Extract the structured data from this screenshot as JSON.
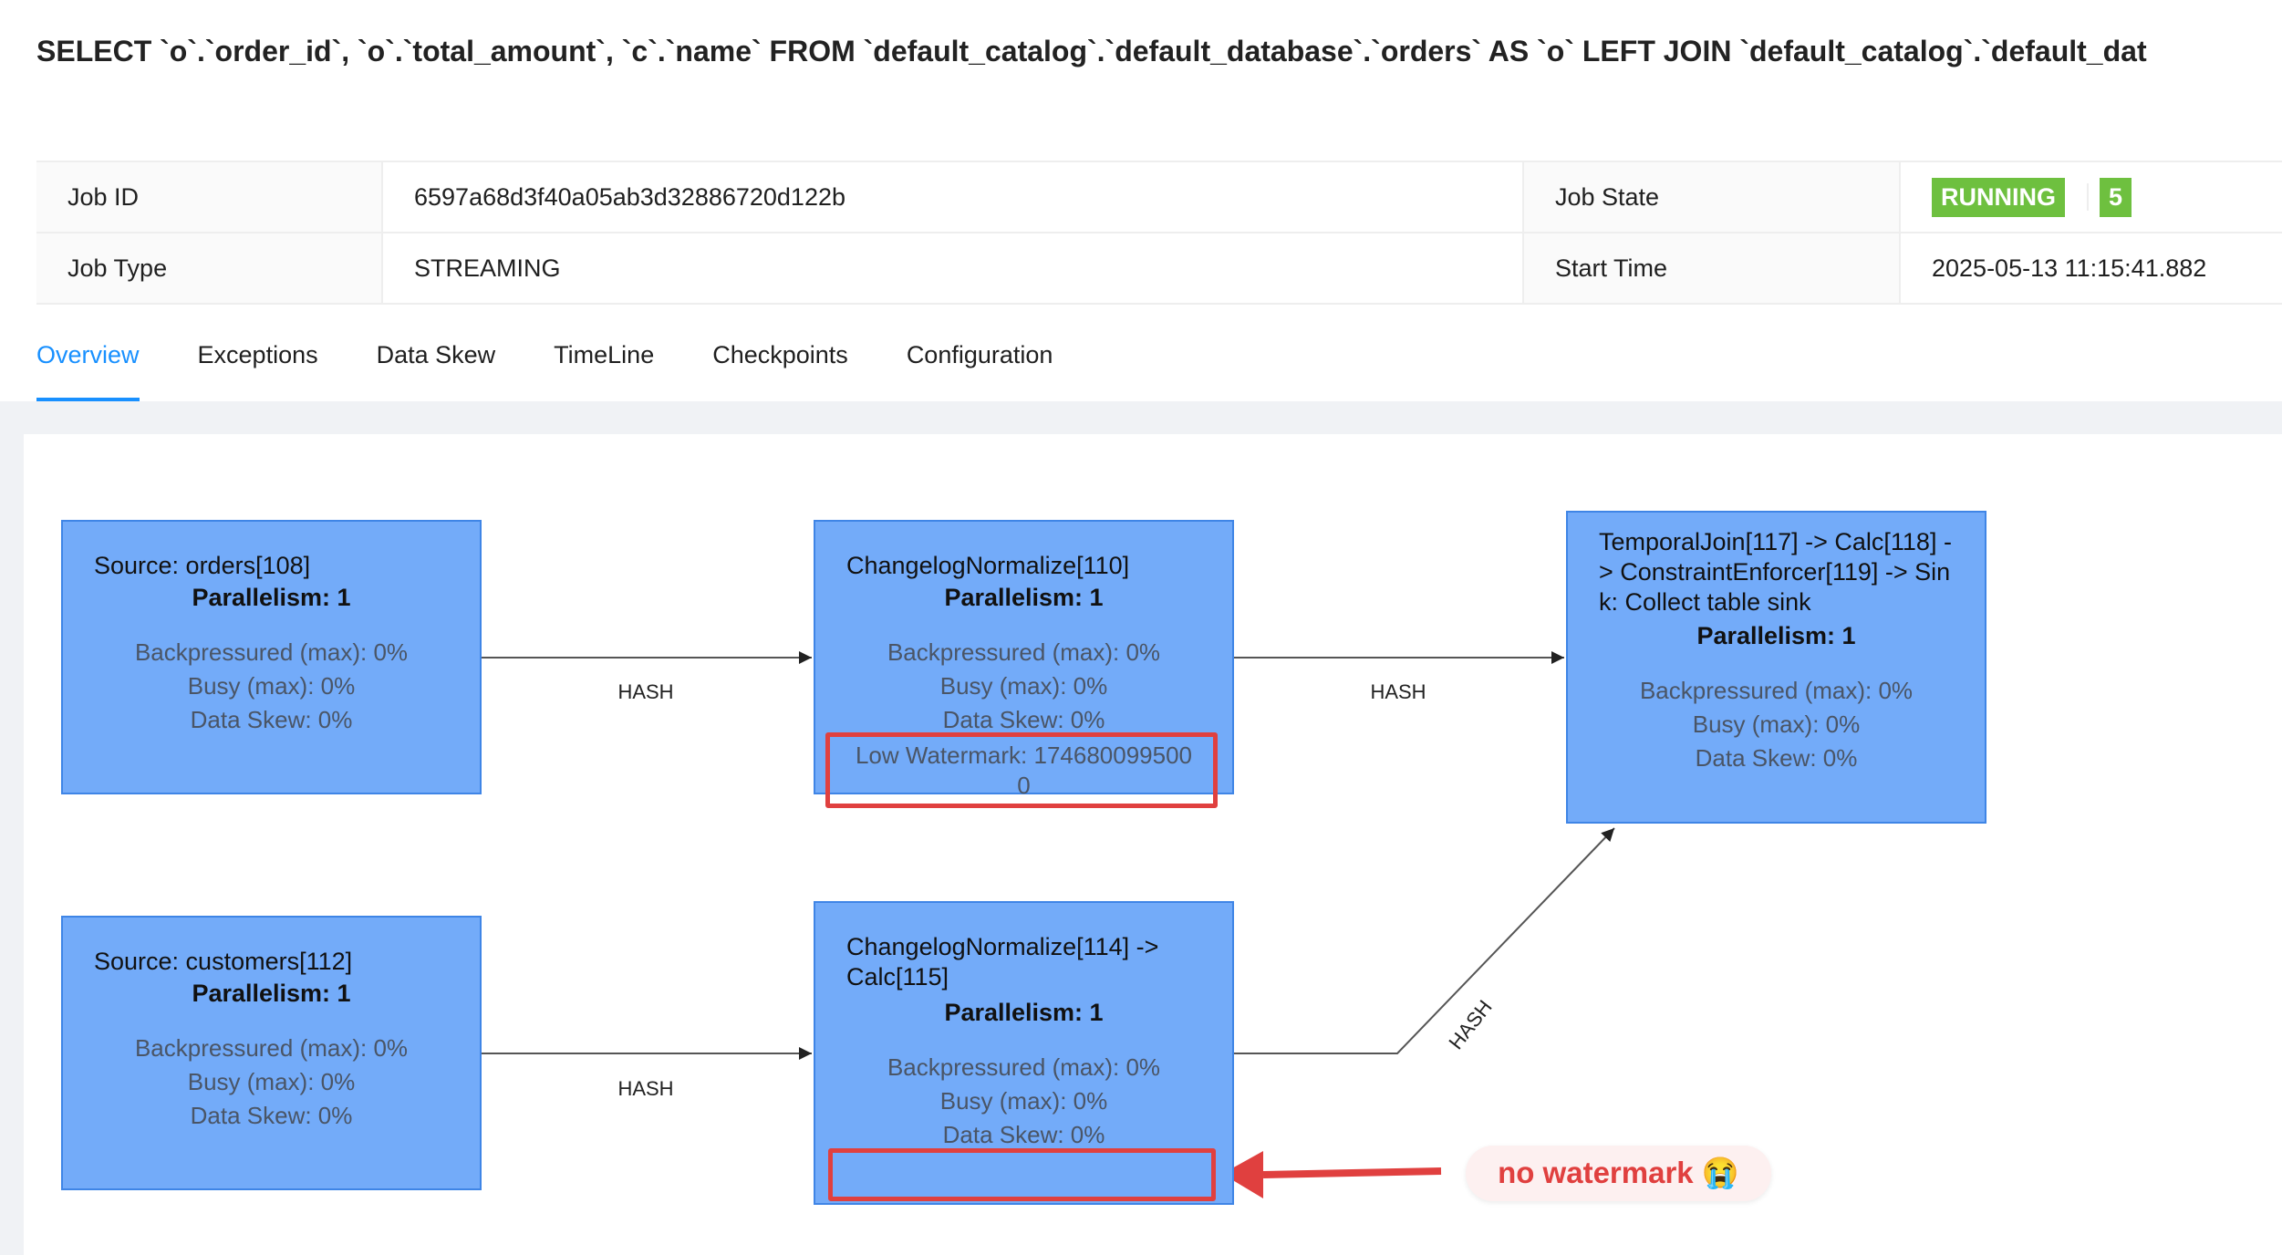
{
  "sql": "SELECT `o`.`order_id`, `o`.`total_amount`, `c`.`name` FROM `default_catalog`.`default_database`.`orders` AS `o` LEFT JOIN `default_catalog`.`default_dat",
  "info": {
    "job_id_label": "Job ID",
    "job_id": "6597a68d3f40a05ab3d32886720d122b",
    "job_state_label": "Job State",
    "job_state": "RUNNING",
    "job_state_count": "5",
    "job_type_label": "Job Type",
    "job_type": "STREAMING",
    "start_time_label": "Start Time",
    "start_time": "2025-05-13 11:15:41.882",
    "status_color": "#6ec03f"
  },
  "tabs": [
    "Overview",
    "Exceptions",
    "Data Skew",
    "TimeLine",
    "Checkpoints",
    "Configuration"
  ],
  "active_tab": "Overview",
  "graph": {
    "nodes": [
      {
        "title": "Source: orders[108]",
        "parallelism": "Parallelism: 1",
        "backpressured": "Backpressured (max): 0%",
        "busy": "Busy (max): 0%",
        "skew": "Data Skew: 0%"
      },
      {
        "title": "ChangelogNormalize[110]",
        "parallelism": "Parallelism: 1",
        "backpressured": "Backpressured (max): 0%",
        "busy": "Busy (max): 0%",
        "skew": "Data Skew: 0%",
        "watermark": "Low Watermark: 1746800995000"
      },
      {
        "title": "TemporalJoin[117] -> Calc[118] -> ConstraintEnforcer[119] -> Sink: Collect table sink",
        "parallelism": "Parallelism: 1",
        "backpressured": "Backpressured (max): 0%",
        "busy": "Busy (max): 0%",
        "skew": "Data Skew: 0%"
      },
      {
        "title": "Source: customers[112]",
        "parallelism": "Parallelism: 1",
        "backpressured": "Backpressured (max): 0%",
        "busy": "Busy (max): 0%",
        "skew": "Data Skew: 0%"
      },
      {
        "title": "ChangelogNormalize[114] -> Calc[115]",
        "parallelism": "Parallelism: 1",
        "backpressured": "Backpressured (max): 0%",
        "busy": "Busy (max): 0%",
        "skew": "Data Skew: 0%"
      }
    ],
    "edges": [
      {
        "from": "Source: orders[108]",
        "to": "ChangelogNormalize[110]",
        "label": "HASH"
      },
      {
        "from": "ChangelogNormalize[110]",
        "to": "TemporalJoin[117]",
        "label": "HASH"
      },
      {
        "from": "Source: customers[112]",
        "to": "ChangelogNormalize[114]",
        "label": "HASH"
      },
      {
        "from": "ChangelogNormalize[114]",
        "to": "TemporalJoin[117]",
        "label": "HASH"
      }
    ],
    "node_color": "#73abf9"
  },
  "annotation": {
    "text": "no watermark 😭",
    "color": "#e0403f"
  }
}
